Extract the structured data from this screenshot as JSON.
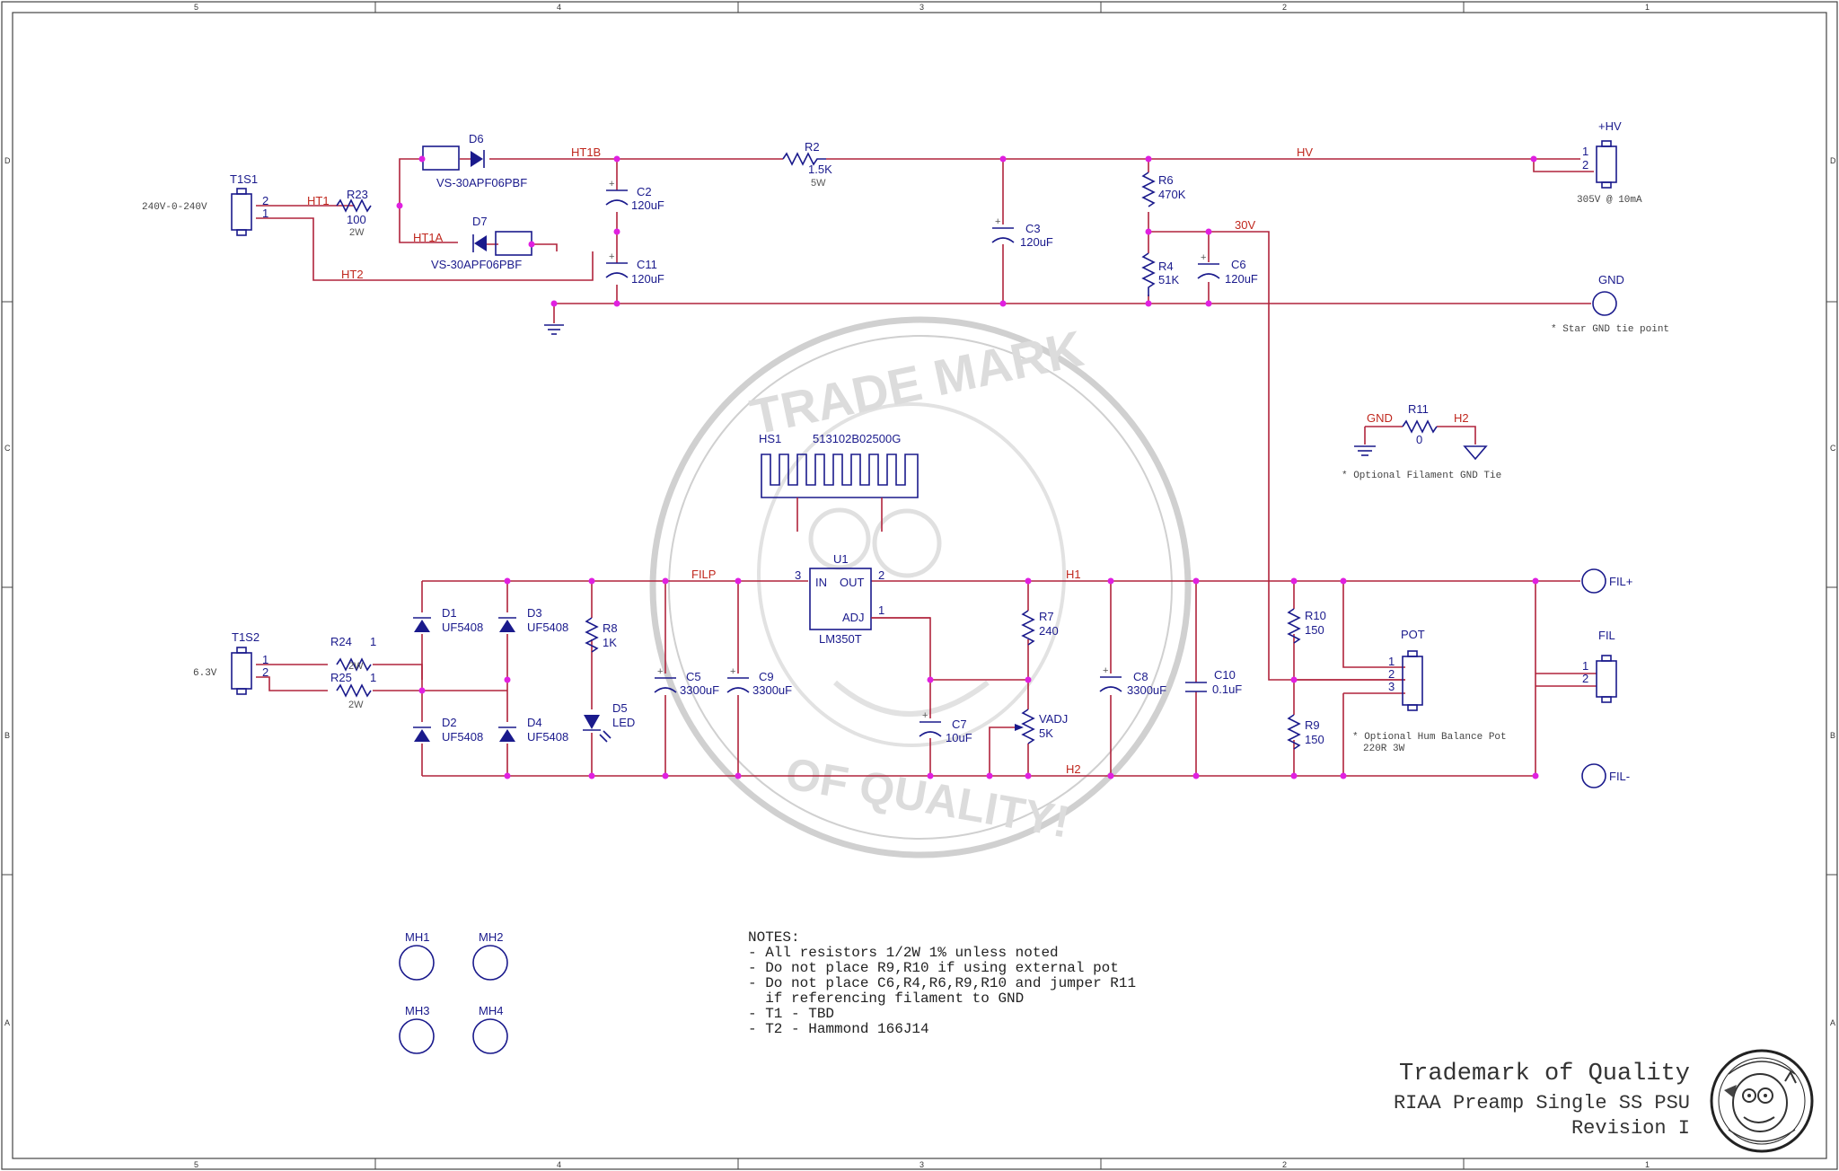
{
  "frame": {
    "columns": [
      "5",
      "4",
      "3",
      "2",
      "1"
    ],
    "rows": [
      "D",
      "C",
      "B",
      "A"
    ]
  },
  "inputs": {
    "t1s1": {
      "ref": "T1S1",
      "label": "240V-0-240V",
      "pin_a": "2",
      "pin_b": "1"
    },
    "t1s2": {
      "ref": "T1S2",
      "label": "6.3V",
      "pin_a": "1",
      "pin_b": "2"
    }
  },
  "nets": {
    "ht1": "HT1",
    "ht1a": "HT1A",
    "ht1b": "HT1B",
    "ht2": "HT2",
    "hv": "HV",
    "v30": "30V",
    "filp": "FILP",
    "h1": "H1",
    "h2": "H2",
    "gnd": "GND",
    "h2b": "H2"
  },
  "parts": {
    "d6": {
      "ref": "D6",
      "value": "VS-30APF06PBF"
    },
    "d7": {
      "ref": "D7",
      "value": "VS-30APF06PBF"
    },
    "r23": {
      "ref": "R23",
      "value": "100",
      "power": "2W"
    },
    "r2": {
      "ref": "R2",
      "value": "1.5K",
      "power": "5W"
    },
    "c2": {
      "ref": "C2",
      "value": "120uF"
    },
    "c11": {
      "ref": "C11",
      "value": "120uF"
    },
    "c3": {
      "ref": "C3",
      "value": "120uF"
    },
    "r6": {
      "ref": "R6",
      "value": "470K"
    },
    "r4": {
      "ref": "R4",
      "value": "51K"
    },
    "c6": {
      "ref": "C6",
      "value": "120uF"
    },
    "r11": {
      "ref": "R11",
      "value": "0"
    },
    "hs1": {
      "ref": "HS1",
      "value": "513102B02500G"
    },
    "u1": {
      "ref": "U1",
      "value": "LM350T",
      "in": "IN",
      "out": "OUT",
      "adj": "ADJ",
      "pin_in": "3",
      "pin_out": "2",
      "pin_adj": "1"
    },
    "d1": {
      "ref": "D1",
      "value": "UF5408"
    },
    "d2": {
      "ref": "D2",
      "value": "UF5408"
    },
    "d3": {
      "ref": "D3",
      "value": "UF5408"
    },
    "d4": {
      "ref": "D4",
      "value": "UF5408"
    },
    "r8": {
      "ref": "R8",
      "value": "1K"
    },
    "d5": {
      "ref": "D5",
      "value": "LED"
    },
    "r24": {
      "ref": "R24",
      "value": "2W",
      "pin": "1"
    },
    "r25": {
      "ref": "R25",
      "value": "2W",
      "pin": "1"
    },
    "c5": {
      "ref": "C5",
      "value": "3300uF"
    },
    "c9": {
      "ref": "C9",
      "value": "3300uF"
    },
    "r7": {
      "ref": "R7",
      "value": "240"
    },
    "c7": {
      "ref": "C7",
      "value": "10uF"
    },
    "vadj": {
      "ref": "VADJ",
      "value": "5K"
    },
    "c8": {
      "ref": "C8",
      "value": "3300uF"
    },
    "c10": {
      "ref": "C10",
      "value": "0.1uF"
    },
    "r10": {
      "ref": "R10",
      "value": "150"
    },
    "r9": {
      "ref": "R9",
      "value": "150"
    },
    "pot": {
      "ref": "POT",
      "pin1": "1",
      "pin2": "2",
      "pin3": "3"
    }
  },
  "connectors": {
    "hv": {
      "ref": "+HV",
      "pin1": "1",
      "pin2": "2",
      "note": "305V @ 10mA"
    },
    "gnd": {
      "ref": "GND",
      "note": "* Star GND tie point"
    },
    "filp": {
      "ref": "FIL+"
    },
    "fil": {
      "ref": "FIL",
      "pin1": "1",
      "pin2": "2"
    },
    "film": {
      "ref": "FIL-"
    }
  },
  "annotations": {
    "filament_gnd": "* Optional Filament GND Tie",
    "hum_pot_1": "* Optional Hum Balance Pot",
    "hum_pot_2": "220R 3W"
  },
  "mounting_holes": [
    "MH1",
    "MH2",
    "MH3",
    "MH4"
  ],
  "notes": {
    "heading": "NOTES:",
    "lines": [
      "- All resistors 1/2W 1% unless noted",
      "- Do not place R9,R10 if using external pot",
      "- Do not place C6,R4,R6,R9,R10 and jumper R11",
      "  if referencing filament to GND",
      "- T1 - TBD",
      "- T2 - Hammond 166J14"
    ]
  },
  "title_block": {
    "company": "Trademark of Quality",
    "project": "RIAA Preamp Single SS PSU",
    "revision": "Revision I"
  },
  "watermark": {
    "top": "TRADE MARK",
    "bottom": "OF QUALITY!"
  },
  "colors": {
    "wire": "#b0243c",
    "component": "#1a1a8c",
    "junction": "#e020e0",
    "net_label": "#c0281e"
  }
}
